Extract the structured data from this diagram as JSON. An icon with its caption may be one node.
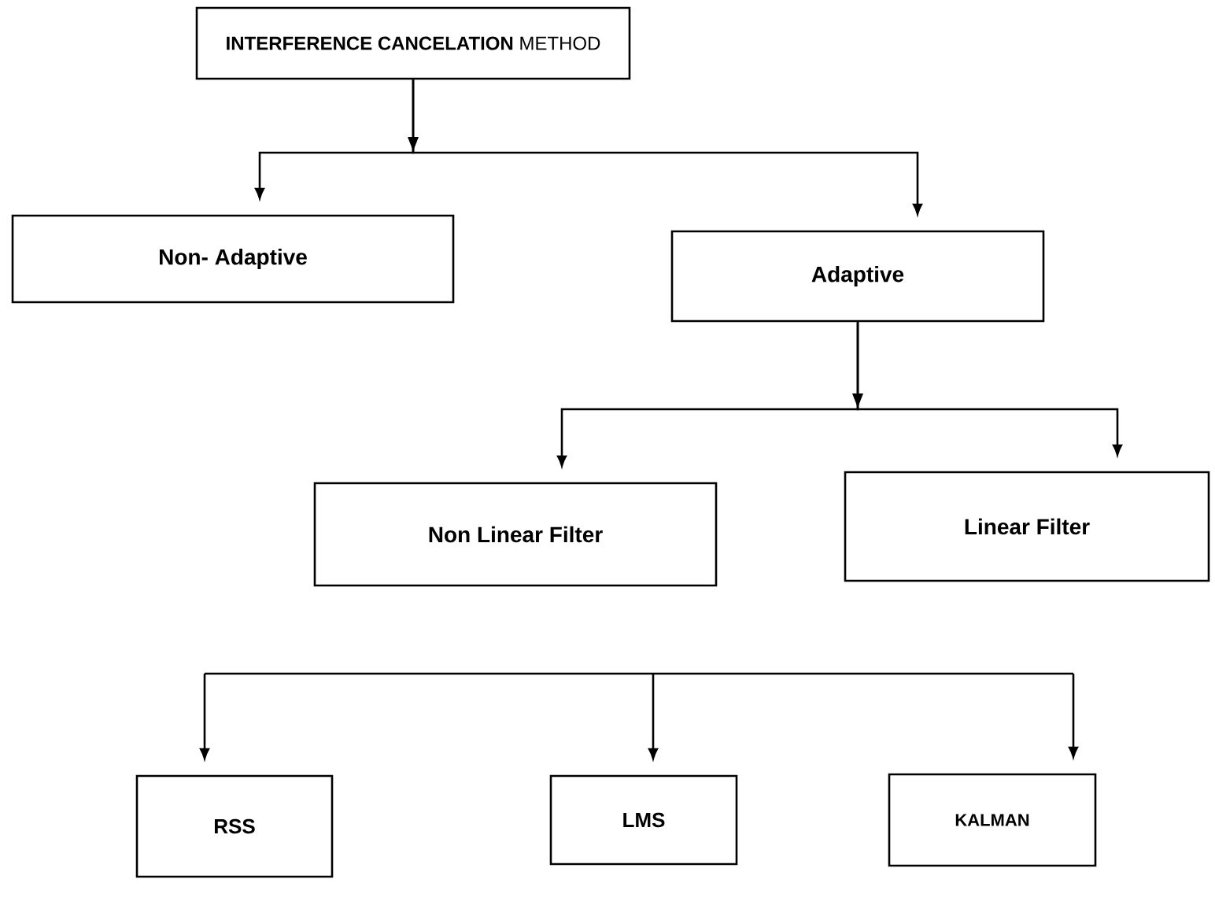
{
  "diagram": {
    "nodes": [
      {
        "text": [
          "**INTERFERENCE CANCELATION** METHOD"
        ]
      },
      {
        "text": [
          "Non- Adaptive"
        ]
      },
      {
        "text": [
          "Adaptive"
        ]
      },
      {
        "text": [
          "Non Linear Filter"
        ]
      },
      {
        "text": [
          "Linear Filter"
        ]
      },
      {
        "text": [
          "RSS"
        ]
      },
      {
        "text": [
          "LMS"
        ]
      },
      {
        "text": [
          "KALMAN"
        ]
      }
    ],
    "edges": [
      {
        "from": 0,
        "to": 1,
        "arrow": "to"
      },
      {
        "from": 0,
        "to": 2,
        "arrow": "to"
      },
      {
        "from": 2,
        "to": 3,
        "arrow": "to"
      },
      {
        "from": 2,
        "to": 4,
        "arrow": "to"
      },
      {
        "from": null,
        "to": 5,
        "arrow": "to"
      },
      {
        "from": null,
        "to": 6,
        "arrow": "to"
      },
      {
        "from": null,
        "to": 7,
        "arrow": "to"
      }
    ]
  }
}
